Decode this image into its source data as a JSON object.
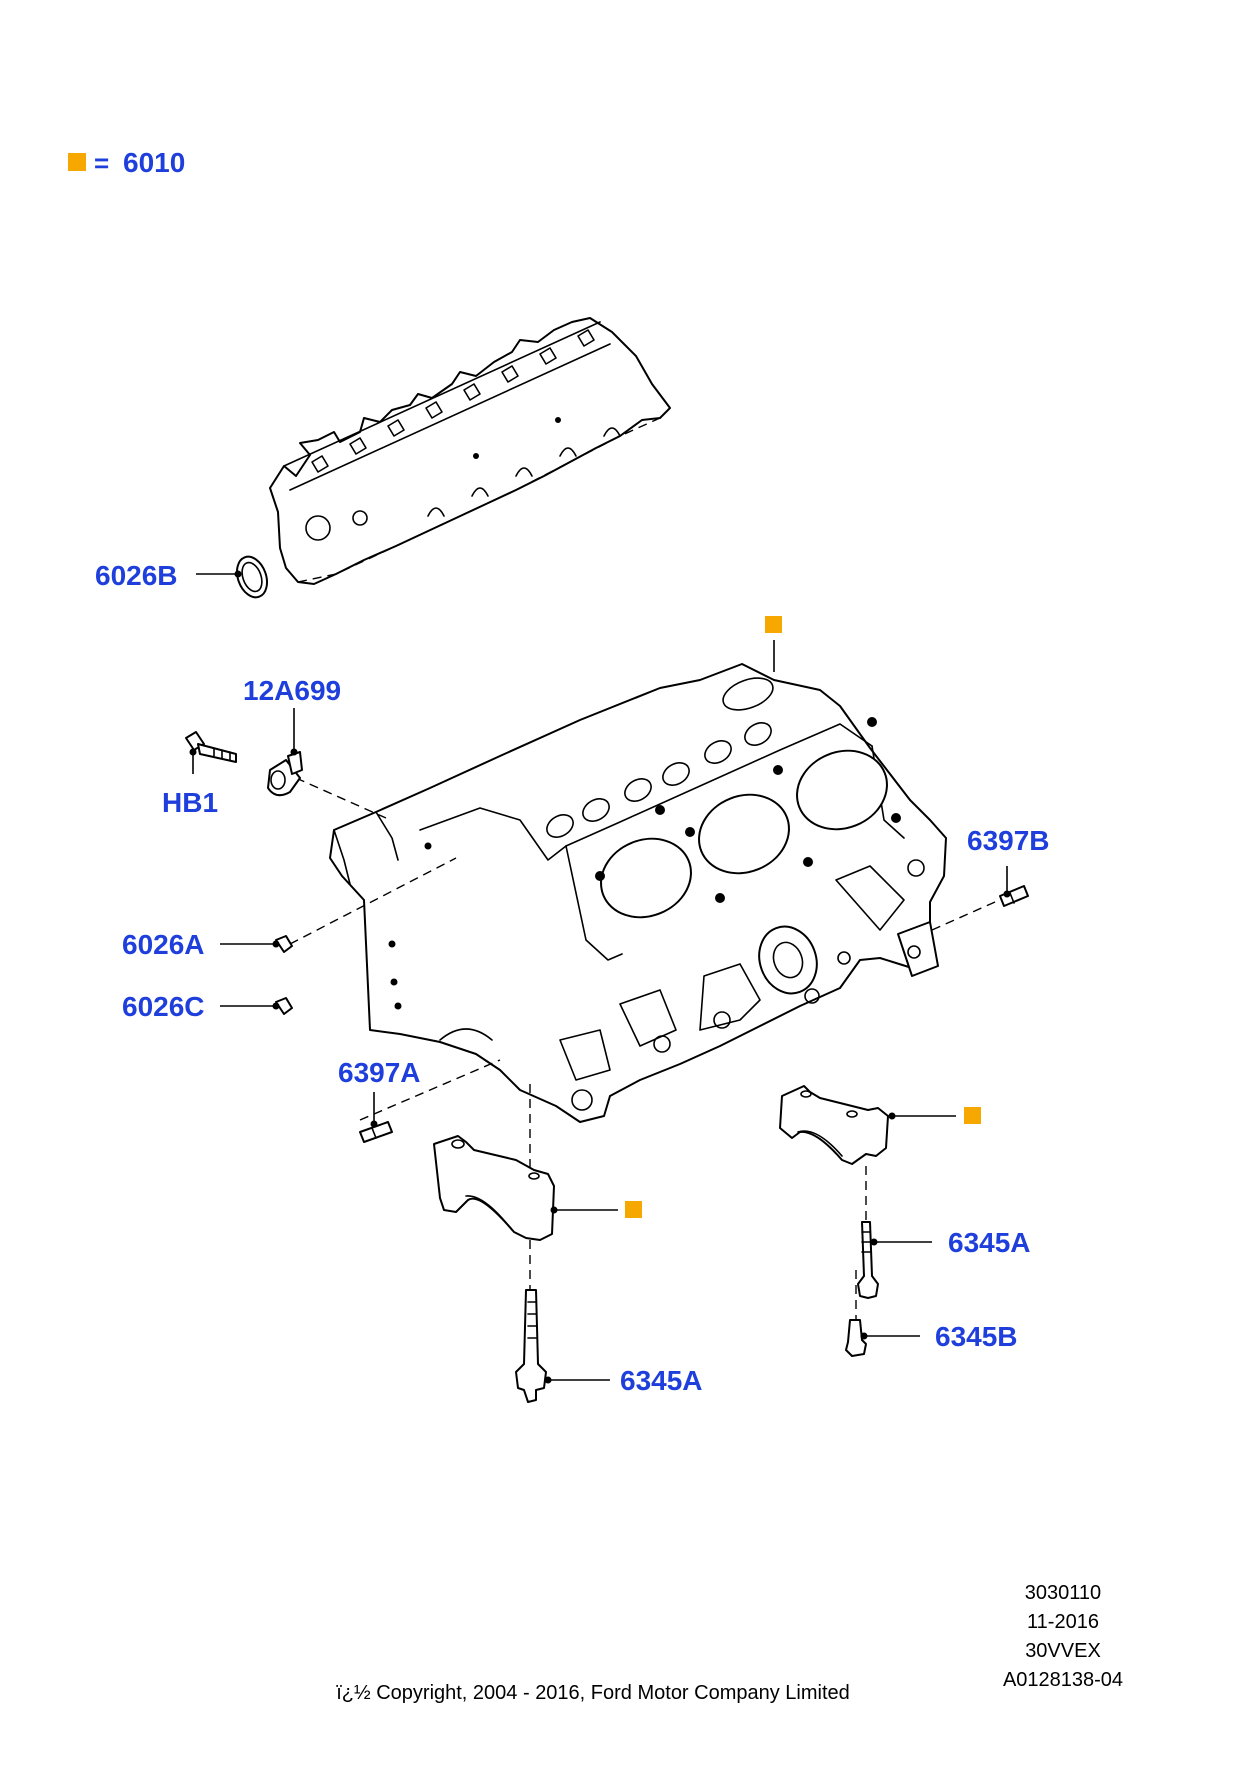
{
  "legend": {
    "marker_color": "#f6a800",
    "equals": "=",
    "label": "6010"
  },
  "labels": {
    "gasket_6026b": "6026B",
    "tensioner_12a699": "12A699",
    "bolt_hb1": "HB1",
    "dowel_6397b": "6397B",
    "plug_6026a": "6026A",
    "plug_6026c": "6026C",
    "dowel_6397a": "6397A",
    "bolt_6345a_right": "6345A",
    "bolt_6345b": "6345B",
    "bolt_6345a_left": "6345A"
  },
  "info": {
    "line1": "3030110",
    "line2": "11-2016",
    "line3": "30VVEX",
    "line4": "A0128138-04",
    "copyright": "ï¿½ Copyright, 2004 - 2016, Ford Motor Company Limited"
  },
  "colors": {
    "label_blue": "#1f3fdc",
    "marker_orange": "#f6a800"
  }
}
